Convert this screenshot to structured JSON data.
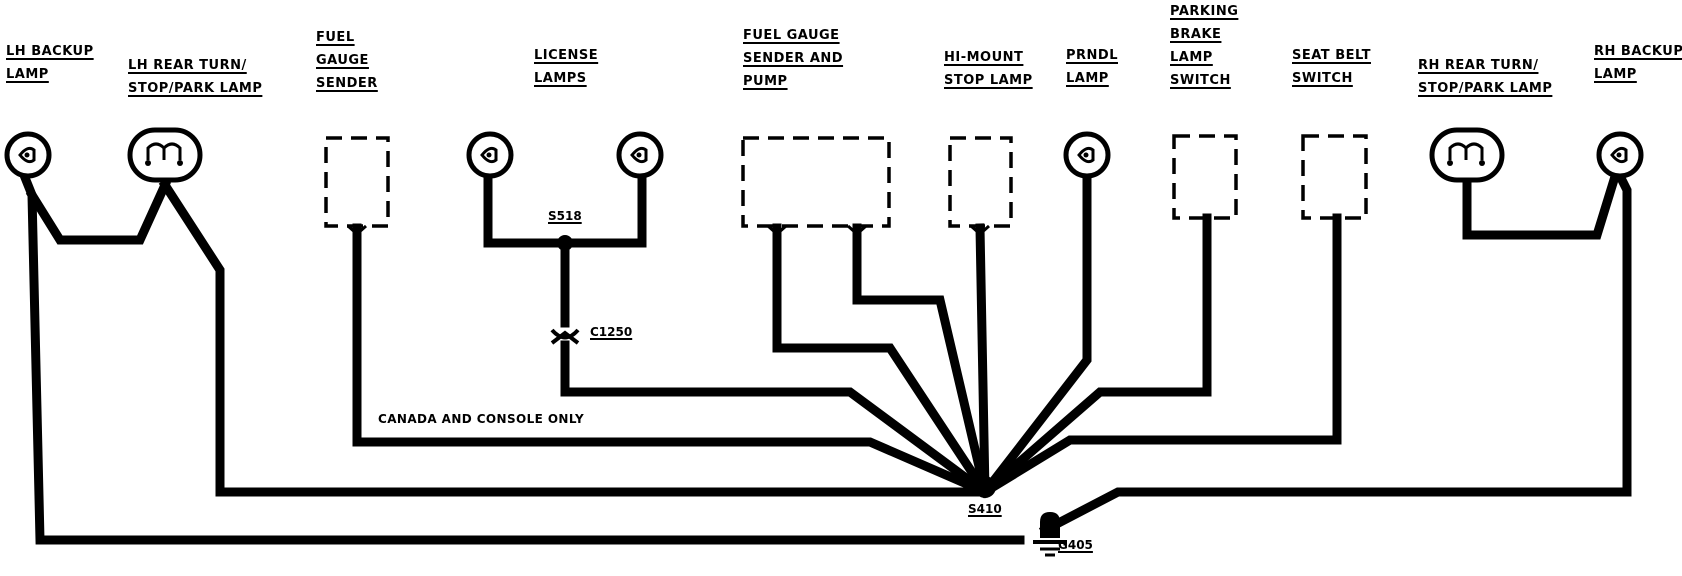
{
  "labels": {
    "lh_backup": [
      "LH BACKUP",
      "LAMP"
    ],
    "lh_rear_turn": [
      "LH REAR TURN/",
      "STOP/PARK LAMP"
    ],
    "fuel_gauge_sender": [
      "FUEL",
      "GAUGE",
      "SENDER"
    ],
    "license_lamps": [
      "LICENSE",
      "LAMPS"
    ],
    "fuel_gauge_sender_pump": [
      "FUEL GAUGE",
      "SENDER AND",
      "PUMP"
    ],
    "hi_mount": [
      "HI-MOUNT",
      "STOP LAMP"
    ],
    "prndl": [
      "PRNDL",
      "LAMP"
    ],
    "parking_brake": [
      "PARKING",
      "BRAKE",
      "LAMP",
      "SWITCH"
    ],
    "seat_belt": [
      "SEAT BELT",
      "SWITCH"
    ],
    "rh_rear_turn": [
      "RH REAR TURN/",
      "STOP/PARK LAMP"
    ],
    "rh_backup": [
      "RH BACKUP",
      "LAMP"
    ]
  },
  "tags": {
    "s518": "S518",
    "c1250": "C1250",
    "s410": "S410",
    "g405": "G405"
  },
  "notes": {
    "canada": "CANADA AND CONSOLE ONLY"
  }
}
